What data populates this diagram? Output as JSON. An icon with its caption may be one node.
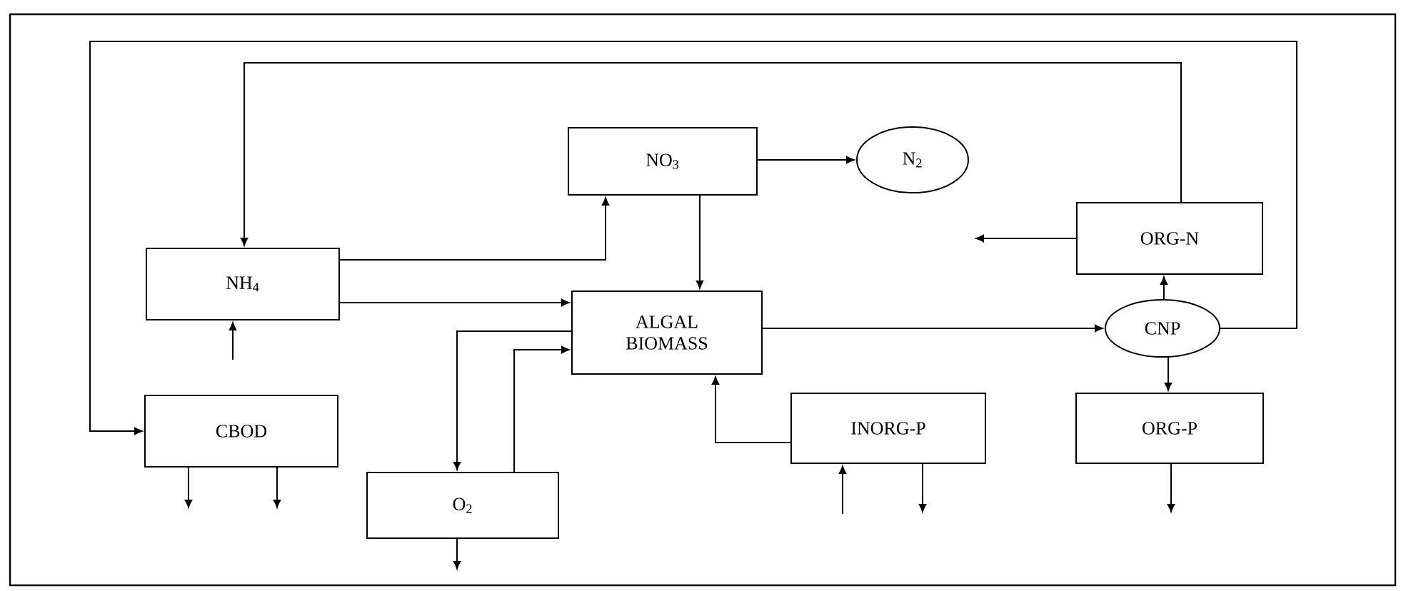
{
  "diagram": {
    "nodes": [
      {
        "text": [
          "NO$_{3}$"
        ]
      },
      {
        "text": [
          "N$_{2}$"
        ]
      },
      {
        "text": [
          "NH$_{4}$"
        ]
      },
      {
        "text": [
          "ORG-N"
        ]
      },
      {
        "text": [
          "ALGAL BIOMASS"
        ]
      },
      {
        "text": [
          "CNP"
        ]
      },
      {
        "text": [
          "CBOD"
        ]
      },
      {
        "text": [
          "INORG-P"
        ]
      },
      {
        "text": [
          "ORG-P"
        ]
      },
      {
        "text": [
          "O$_{2}$"
        ]
      }
    ],
    "edges": [
      {
        "from": 0,
        "to": 1,
        "arrow": "to"
      },
      {
        "from": 2,
        "to": 0,
        "arrow": "to"
      },
      {
        "from": 2,
        "to": 4,
        "arrow": "to"
      },
      {
        "from": 0,
        "to": 4,
        "arrow": "to"
      },
      {
        "from": 3,
        "to": 2,
        "arrow": "to"
      },
      {
        "from": 5,
        "to": 6,
        "arrow": "to"
      },
      {
        "from": 4,
        "to": 9,
        "arrow": "to"
      },
      {
        "from": 9,
        "to": 4,
        "arrow": "to"
      },
      {
        "from": 4,
        "to": 5,
        "arrow": "to"
      },
      {
        "from": 7,
        "to": 4,
        "arrow": "to"
      },
      {
        "from": 5,
        "to": 3,
        "arrow": "to"
      },
      {
        "from": 5,
        "to": 8,
        "arrow": "to"
      },
      {
        "from": 3,
        "to": null,
        "arrow": "to"
      },
      {
        "from": null,
        "to": 2,
        "arrow": "to"
      },
      {
        "from": 6,
        "to": null,
        "arrow": "to"
      },
      {
        "from": 6,
        "to": null,
        "arrow": "to"
      },
      {
        "from": 9,
        "to": null,
        "arrow": "to"
      },
      {
        "from": null,
        "to": 7,
        "arrow": "to"
      },
      {
        "from": 7,
        "to": null,
        "arrow": "to"
      },
      {
        "from": 8,
        "to": null,
        "arrow": "to"
      }
    ]
  }
}
